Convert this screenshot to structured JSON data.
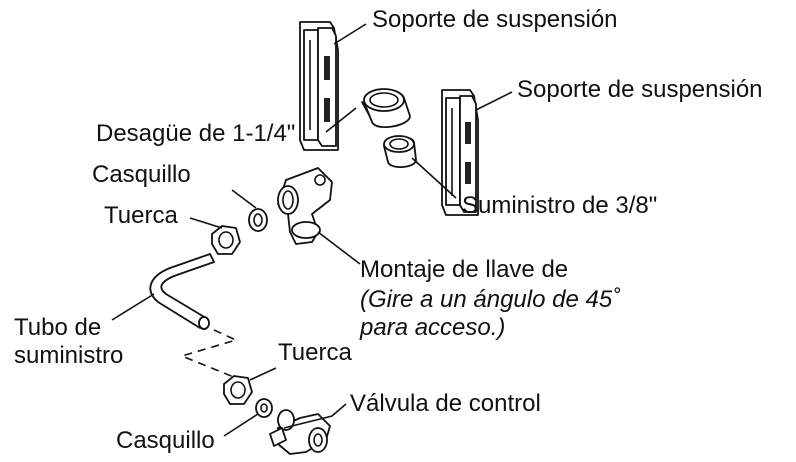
{
  "labels": {
    "hanger_1": "Soporte de suspensión",
    "hanger_2": "Soporte de suspensión",
    "drain": "Desagüe de 1-1/4\"",
    "supply": "Suministro de 3/8\"",
    "ferrule_top": "Casquillo",
    "nut_top": "Tuerca",
    "faucet_mount": "Montaje de llave de",
    "faucet_note_1": "(Gire a un ángulo de 45˚",
    "faucet_note_2": "para acceso.)",
    "supply_tube_1": "Tubo de",
    "supply_tube_2": "suministro",
    "nut_bottom": "Tuerca",
    "control_valve": "Válvula de control",
    "ferrule_bottom": "Casquillo"
  },
  "colors": {
    "line": "#111111",
    "background": "#ffffff"
  }
}
